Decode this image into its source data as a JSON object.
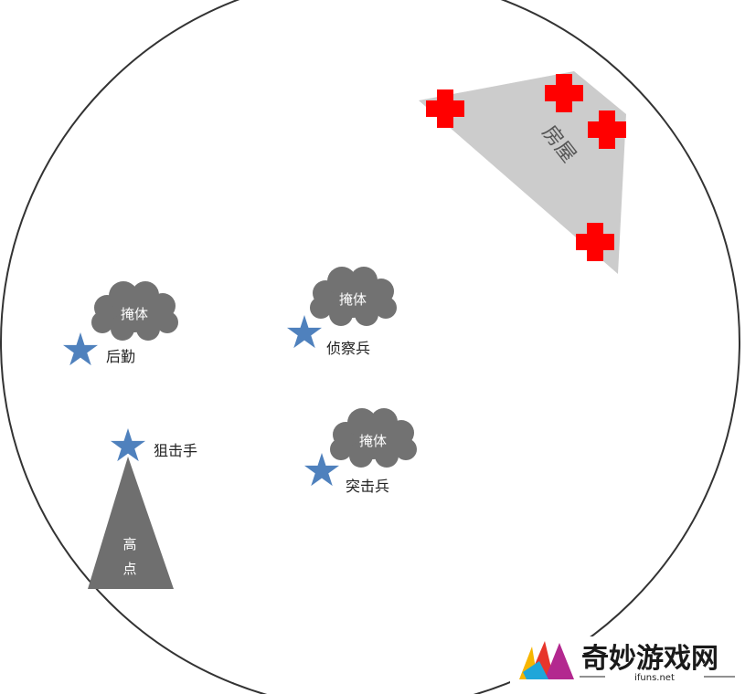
{
  "house": {
    "label": "房屋"
  },
  "high_point": {
    "label_line1": "高",
    "label_line2": "点"
  },
  "covers": [
    {
      "label": "掩体"
    },
    {
      "label": "掩体"
    },
    {
      "label": "掩体"
    }
  ],
  "units": [
    {
      "label": "后勤"
    },
    {
      "label": "侦察兵"
    },
    {
      "label": "狙击手"
    },
    {
      "label": "突击兵"
    }
  ],
  "watermark": {
    "brand": "奇妙游戏网",
    "url": "ifuns.net"
  },
  "colors": {
    "circle": "#333333",
    "house": "#cccccc",
    "house_marker": "#ff0000",
    "cover": "#727272",
    "star": "#4f81bd",
    "hill": "#6f6f6f"
  }
}
